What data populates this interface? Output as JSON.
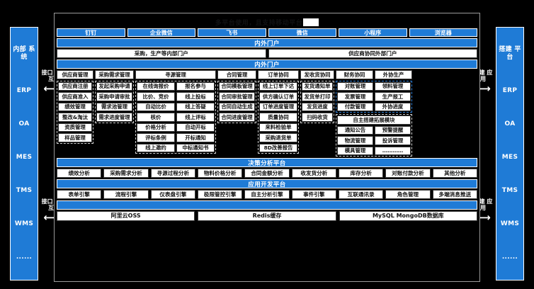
{
  "diagram": {
    "title": "多平台使用，且支持移动平台",
    "left_rail": {
      "items": [
        {
          "label": "内部\n系统"
        },
        {
          "label": "ERP"
        },
        {
          "label": "OA"
        },
        {
          "label": "MES"
        },
        {
          "label": "TMS"
        },
        {
          "label": "WMS"
        },
        {
          "label": "......"
        }
      ]
    },
    "right_rail": {
      "items": [
        {
          "label": "搭建\n平台"
        },
        {
          "label": "ERP"
        },
        {
          "label": "OA"
        },
        {
          "label": "MES"
        },
        {
          "label": "TMS"
        },
        {
          "label": "WMS"
        },
        {
          "label": "......"
        }
      ]
    },
    "connectors": {
      "left_top": {
        "label": "接口\n交互",
        "arrow": "⟷"
      },
      "left_bottom": {
        "label": "接口\n交互",
        "arrow": "⟷"
      },
      "right_top": {
        "label": "搭建\n应用",
        "arrow": "⟷"
      },
      "right_bottom": {
        "label": "搭建\n应用",
        "arrow": "⟷"
      }
    },
    "channels": [
      "钉钉",
      "企业微信",
      "飞书",
      "微信",
      "小程序",
      "浏览器"
    ],
    "portal_banner_1": "内外门户",
    "portals": [
      "采购，生产等内部门户",
      "供应商协同外部门户"
    ],
    "portal_banner_2": "内外门户",
    "matrix": {
      "columns": [
        {
          "header": "供应商管理",
          "subcolumns": [
            [
              "供应商注册",
              "供应商准入",
              "绩效管理",
              "整改&淘汰",
              "资质管理",
              "样品管理"
            ]
          ]
        },
        {
          "header": "采购需求管理",
          "subcolumns": [
            [
              "发起采购申请",
              "采购申请审批",
              "需求池管理",
              "需求进度管理"
            ]
          ]
        },
        {
          "header": "寻源管理",
          "subcolumns": [
            [
              "在线询报价",
              "比价、竞价",
              "自动比价",
              "核价",
              "价格分析",
              "评标条例",
              "线上邀约"
            ],
            [
              "报名参与",
              "线上投标",
              "线上答疑",
              "线上评标",
              "自动开标",
              "开标通知",
              "中标通知书"
            ]
          ]
        },
        {
          "header": "合同管理",
          "subcolumns": [
            [
              "合同模板管理",
              "合同审批管理",
              "合同自动生成",
              "合同进度管理"
            ]
          ]
        },
        {
          "header": "订单协同",
          "subcolumns": [
            [
              "线上订单下达",
              "供方确认订单",
              "订单进度管理",
              "质量协同",
              "来料检验单",
              "采购退货单",
              "8D改善报告"
            ]
          ]
        },
        {
          "header": "发收货协同",
          "subcolumns": [
            [
              "发货通知单",
              "发货单打印",
              "发货进度",
              "扫码收货"
            ]
          ]
        }
      ],
      "finance_group": {
        "headers": [
          "财务协同",
          "外协生产"
        ],
        "rows": [
          [
            "对账管理",
            "领料管理"
          ],
          [
            "发票管理",
            "生产报工"
          ],
          [
            "付款管理",
            "外协进度"
          ]
        ]
      },
      "extension_group": {
        "header": "自主搭建拓展模块",
        "rows": [
          [
            "通知公告",
            "预警提醒"
          ],
          [
            "物流管理",
            "投诉管理"
          ],
          [
            "模具管理",
            "…………"
          ]
        ]
      }
    },
    "decision": {
      "banner": "决策分析平台",
      "items": [
        "绩效分析",
        "采购需求分析",
        "寻源过程分析",
        "物料价格分析",
        "合同金额分析",
        "收发货分析",
        "库存分析",
        "对账付款分析",
        "其他分析"
      ]
    },
    "app_platform": {
      "banner": "应用开发平台",
      "items": [
        "表单引擎",
        "流程引擎",
        "仪表盘引擎",
        "极限管控引擎",
        "自主分析引擎",
        "事件引擎",
        "互联通讯录",
        "角色管理",
        "多端消息推送"
      ]
    },
    "infra": {
      "banner": "",
      "items": [
        "阿里云OSS",
        "Redis缓存",
        "MySQL MongoDB数据库"
      ]
    },
    "colors": {
      "accent": "#1F7BD6",
      "background": "#000000",
      "cell": "#ffffff",
      "border": "#3b3b3b"
    }
  }
}
